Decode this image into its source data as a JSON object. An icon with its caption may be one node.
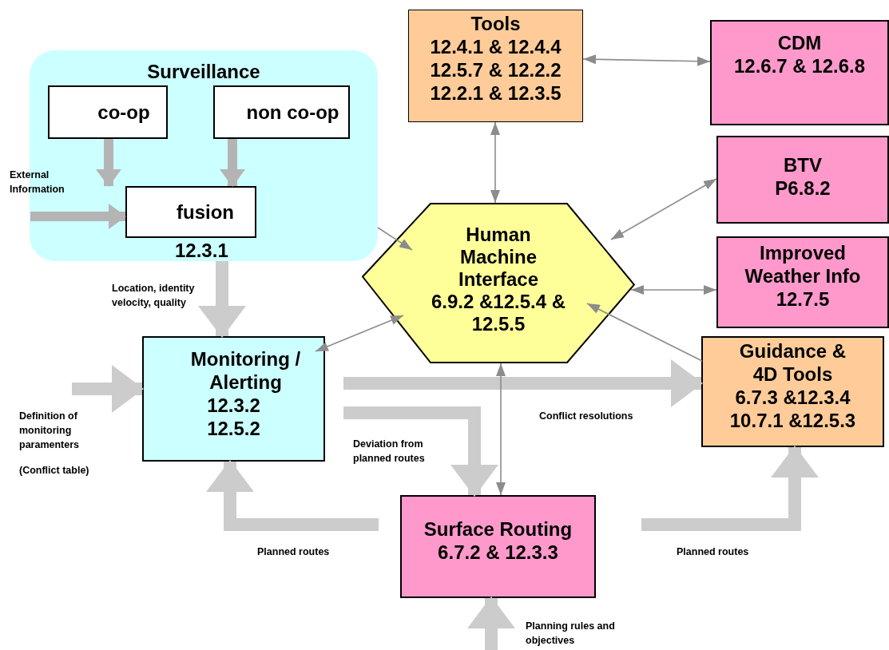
{
  "diagram": {
    "nodes": [
      {
        "text": [
          "Surveillance"
        ]
      },
      {
        "text": [
          "co-op"
        ],
        "in": 0
      },
      {
        "text": [
          "non co-op"
        ],
        "in": 0
      },
      {
        "text": [
          "fusion"
        ],
        "in": 0,
        "beside": [
          "12.3.1"
        ]
      },
      {
        "text": [
          "Monitoring / Alerting",
          "12.3.2",
          "12.5.2"
        ]
      },
      {
        "text": [
          "Human Machine Interface",
          "6.9.2 &12.5.4 & 12.5.5"
        ]
      },
      {
        "text": [
          "Tools",
          "12.4.1 & 12.4.4",
          "12.5.7 & 12.2.2",
          "12.2.1 & 12.3.5"
        ]
      },
      {
        "text": [
          "CDM",
          "12.6.7 & 12.6.8"
        ]
      },
      {
        "text": [
          "BTV",
          "P6.8.2"
        ]
      },
      {
        "text": [
          "Improved Weather Info",
          "12.7.5"
        ]
      },
      {
        "text": [
          "Guidance & 4D Tools",
          "6.7.3 &12.3.4",
          "10.7.1 &12.5.3"
        ]
      },
      {
        "text": [
          "Surface Routing",
          "6.7.2 & 12.3.3"
        ]
      }
    ],
    "edges": [
      {
        "from": 1,
        "to": 3,
        "arrow": "to",
        "color": "#b4b4b4"
      },
      {
        "from": 2,
        "to": 3,
        "arrow": "to",
        "color": "#b4b4b4"
      },
      {
        "from": null,
        "to": 3,
        "arrow": "to",
        "color": "#b4b4b4",
        "label": "External Information"
      },
      {
        "from": 0,
        "to": 4,
        "arrow": "to",
        "label": "Location, identity velocity, quality"
      },
      {
        "from": null,
        "to": 4,
        "arrow": "to",
        "label": "Definition of monitoring paramenters"
      },
      {
        "from": 4,
        "to": 10,
        "arrow": "to",
        "label": "Conflict resolutions"
      },
      {
        "from": 4,
        "to": 11,
        "arrow": "to",
        "label": "Deviation from planned routes"
      },
      {
        "from": 11,
        "to": 4,
        "arrow": "to",
        "label": "Planned routes"
      },
      {
        "from": 11,
        "to": 10,
        "arrow": "to",
        "label": "Planned routes"
      },
      {
        "from": null,
        "to": 11,
        "arrow": "to",
        "label": "Planning rules and objectives"
      },
      {
        "from": 0,
        "to": 5,
        "arrow": "to",
        "color": "#8c8c8c"
      },
      {
        "from": 5,
        "to": 4,
        "arrow": "both",
        "color": "#8c8c8c"
      },
      {
        "from": 5,
        "to": 6,
        "arrow": "both",
        "color": "#8c8c8c"
      },
      {
        "from": 6,
        "to": 7,
        "arrow": "both",
        "color": "#8c8c8c"
      },
      {
        "from": 5,
        "to": 8,
        "arrow": "both",
        "color": "#8c8c8c"
      },
      {
        "from": 5,
        "to": 9,
        "arrow": "both",
        "color": "#8c8c8c"
      },
      {
        "from": 10,
        "to": 5,
        "arrow": "to",
        "color": "#8c8c8c"
      },
      {
        "from": 5,
        "to": 11,
        "arrow": "both",
        "color": "#8c8c8c"
      }
    ],
    "labels": [
      "(Conflict table)"
    ]
  }
}
